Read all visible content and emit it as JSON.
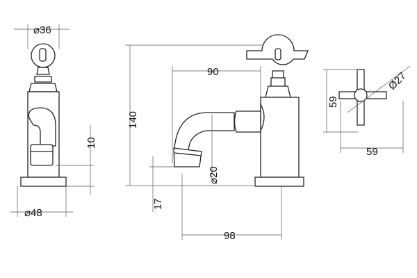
{
  "dimensions": {
    "side_top_diameter": "⌀36",
    "side_base_diameter": "⌀48",
    "side_spout_height": "10",
    "front_height": "140",
    "front_spout_reach": "90",
    "front_spout_diameter": "⌀20",
    "front_outlet_height": "17",
    "front_base_reach": "98",
    "top_height": "59",
    "top_width": "59",
    "top_handle_diameter": "Ø27"
  }
}
